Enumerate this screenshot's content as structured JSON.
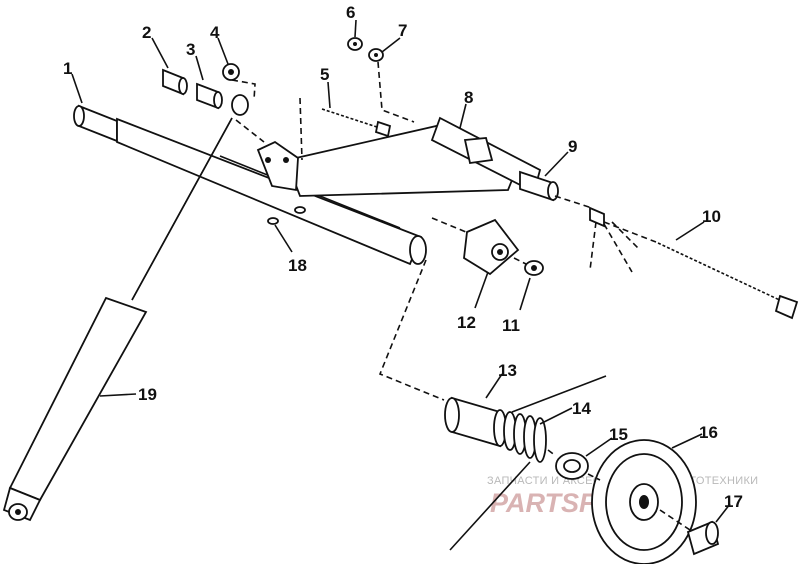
{
  "callouts": [
    "1",
    "2",
    "3",
    "4",
    "5",
    "6",
    "7",
    "8",
    "9",
    "10",
    "11",
    "12",
    "13",
    "14",
    "15",
    "16",
    "17",
    "18",
    "19"
  ],
  "watermark": {
    "tagline": "ЗАПЧАСТИ И АКСЕССУАРЫ ДЛЯ МОТОТЕХНИКИ",
    "brand": "PARTSFOR.RU"
  },
  "colors": {
    "ink": "#111111",
    "paper": "#ffffff",
    "watermark": "#d9b3b3"
  }
}
